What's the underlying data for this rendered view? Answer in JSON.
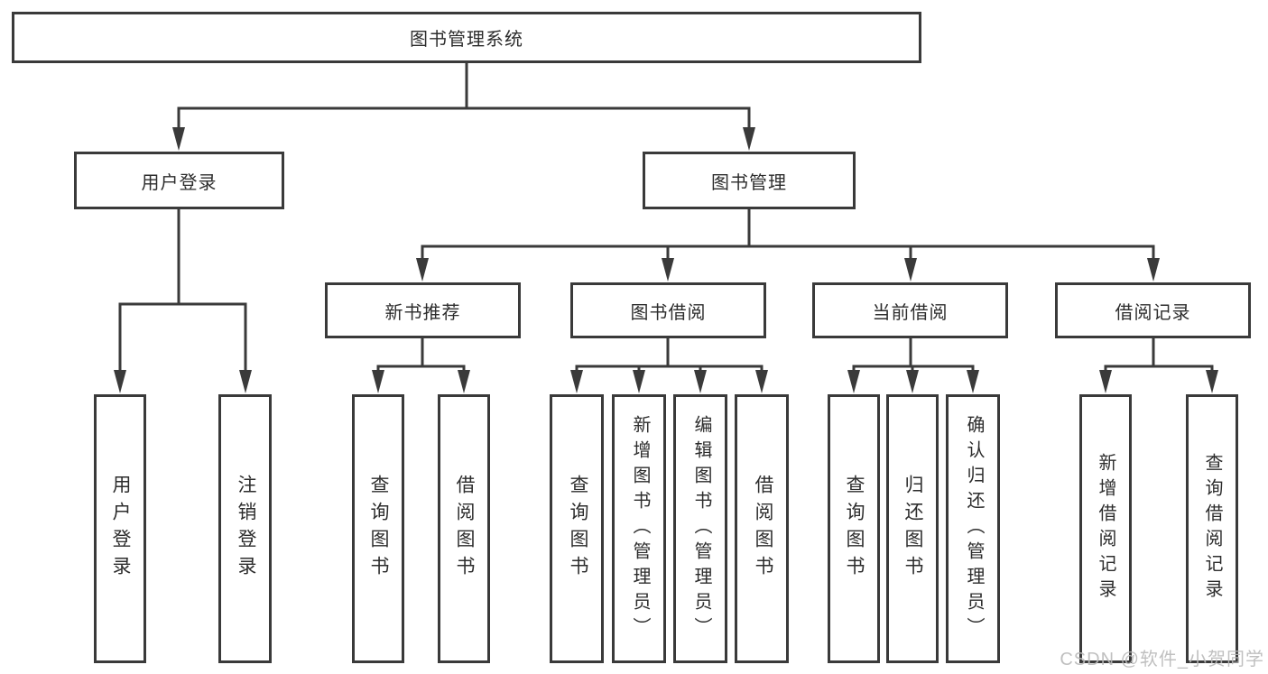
{
  "diagram": {
    "root": "图书管理系统",
    "branches": {
      "user_login": "用户登录",
      "book_management": "图书管理"
    },
    "user_login_children": {
      "login": "用户登录",
      "logout": "注销登录"
    },
    "book_management_children": {
      "new_book_recommend": "新书推荐",
      "book_borrow": "图书借阅",
      "current_borrow": "当前借阅",
      "borrow_records": "借阅记录"
    },
    "new_book_recommend_children": {
      "query_books": "查询图书",
      "borrow_books": "借阅图书"
    },
    "book_borrow_children": {
      "query_books": "查询图书",
      "add_books_admin": "新增图书（管理员）",
      "edit_books_admin": "编辑图书（管理员）",
      "borrow_books": "借阅图书"
    },
    "current_borrow_children": {
      "query_books": "查询图书",
      "return_books": "归还图书",
      "confirm_return_admin": "确认归还（管理员）"
    },
    "borrow_records_children": {
      "add_borrow_record": "新增借阅记录",
      "query_borrow_record": "查询借阅记录"
    }
  },
  "watermark": "CSDN @软件_小贺同学",
  "colors": {
    "line": "#3a3a3a",
    "border": "#3a3a3a",
    "text": "#2d2d2d",
    "watermark": "#b9b9b9"
  }
}
